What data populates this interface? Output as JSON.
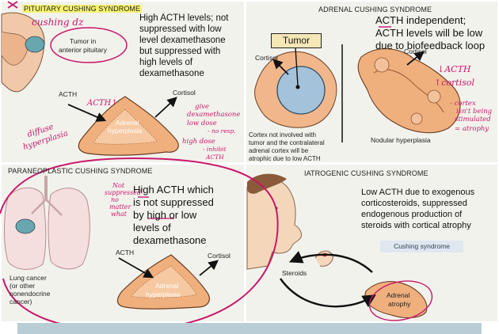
{
  "panels": {
    "pituitary": {
      "title": "PITUITARY CUSHING SYNDROME",
      "description": [
        "High ACTH levels; not",
        "suppressed with low",
        "level dexamethasone",
        "but suppressed with",
        "high levels of",
        "dexamethasone"
      ],
      "tumor_label": [
        "Tumor in",
        "anterior pituitary"
      ],
      "acth": "ACTH",
      "cortisol": "Cortisol",
      "gland_label": [
        "Adrenal",
        "hyperplasia"
      ]
    },
    "adrenal": {
      "title": "ADRENAL CUSHING SYNDROME",
      "description": [
        "ACTH independent;",
        "ACTH levels will be low",
        "due to biofeedback loop"
      ],
      "tumor": "Tumor",
      "cortisol_left": "Cortisol",
      "cortisol_right": "Cortisol",
      "cortex_note": [
        "Cortex not involved with",
        "tumor and the contralateral",
        "adrenal cortex will be",
        "atrophic due to low ACTH"
      ],
      "nodular": "Nodular hyperplasia"
    },
    "paraneoplastic": {
      "title": "PARANEOPLASTIC CUSHING SYNDROME",
      "description": [
        "High ACTH which",
        "is not suppressed",
        "by high or low",
        "levels of",
        "dexamethasone"
      ],
      "acth": "ACTH",
      "cortisol": "Cortisol",
      "lung_label": [
        "Lung cancer",
        "(or other",
        "nonendocrine",
        "cancer)"
      ],
      "gland_label": [
        "Adrenal",
        "hyperplasia"
      ]
    },
    "iatrogenic": {
      "title": "IATROGENIC CUSHING SYNDROME",
      "description": [
        "Low ACTH due to exogenous",
        "corticosteroids, suppressed",
        "endogenous production of",
        "steroids with cortical atrophy"
      ],
      "cushing_box": "Cushing syndrome",
      "steroids": "Steroids",
      "atrophy_label": [
        "Adrenal",
        "atrophy"
      ]
    }
  },
  "handwriting": {
    "cushing_dz": "cushing dz",
    "acth_up": "ACTH↑",
    "diffuse": [
      "diffuse",
      "hyperplasia"
    ],
    "give": [
      "give",
      "dexamethasone",
      "low dose",
      "- no resp.",
      "high dose",
      "- inhibit",
      "ACTH"
    ],
    "acth_down": "↓ACTH",
    "cortisol_up": "↑cortisol",
    "cortex_note": [
      "- cortex",
      "isn't being",
      "stimulated",
      "= atrophy"
    ],
    "not_suppressed": [
      "Not",
      "suppressed",
      "no",
      "matter",
      "what"
    ]
  },
  "colors": {
    "panel_bg": "#f2f2ec",
    "annotation": "#c8186a",
    "gland": "#f2bb8a",
    "footer": "#b9cdd6"
  }
}
